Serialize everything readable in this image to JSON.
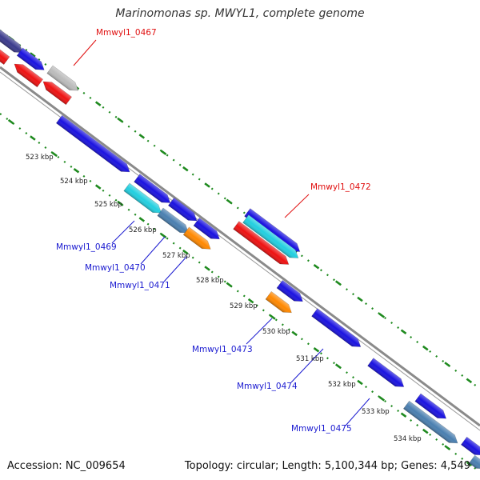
{
  "header": {
    "title": "Marinomonas sp. MWYL1, complete genome"
  },
  "footer": {
    "accession": "Accession: NC_009654",
    "summary": "Topology: circular; Length: 5,100,344 bp; Genes: 4,549"
  },
  "colors": {
    "forward_gene": "#1a12e0",
    "reverse_gene": "#ee1111",
    "cyan_gene": "#22cfe0",
    "orange_gene": "#ff8800",
    "steel_gene": "#4a7fb0",
    "grey_gene": "#bbbbbb",
    "navy_gene": "#3b3a8c",
    "backbone": "#8a8a8a",
    "tick": "#1f8a1f",
    "label_red": "#e01010",
    "label_blue": "#1a1ad0"
  },
  "kbp_labels": [
    "523 kbp",
    "524 kbp",
    "525 kbp",
    "526 kbp",
    "527 kbp",
    "528 kbp",
    "529 kbp",
    "530 kbp",
    "531 kbp",
    "532 kbp",
    "533 kbp",
    "534 kbp"
  ],
  "gene_labels": [
    {
      "id": "g0467",
      "text": "Mmwyl1_0467",
      "color": "label_red"
    },
    {
      "id": "g0472",
      "text": "Mmwyl1_0472",
      "color": "label_red"
    },
    {
      "id": "g0469",
      "text": "Mmwyl1_0469",
      "color": "label_blue"
    },
    {
      "id": "g0470",
      "text": "Mmwyl1_0470",
      "color": "label_blue"
    },
    {
      "id": "g0471",
      "text": "Mmwyl1_0471",
      "color": "label_blue"
    },
    {
      "id": "g0473",
      "text": "Mmwyl1_0473",
      "color": "label_blue"
    },
    {
      "id": "g0474",
      "text": "Mmwyl1_0474",
      "color": "label_blue"
    },
    {
      "id": "g0475",
      "text": "Mmwyl1_0475",
      "color": "label_blue"
    }
  ]
}
